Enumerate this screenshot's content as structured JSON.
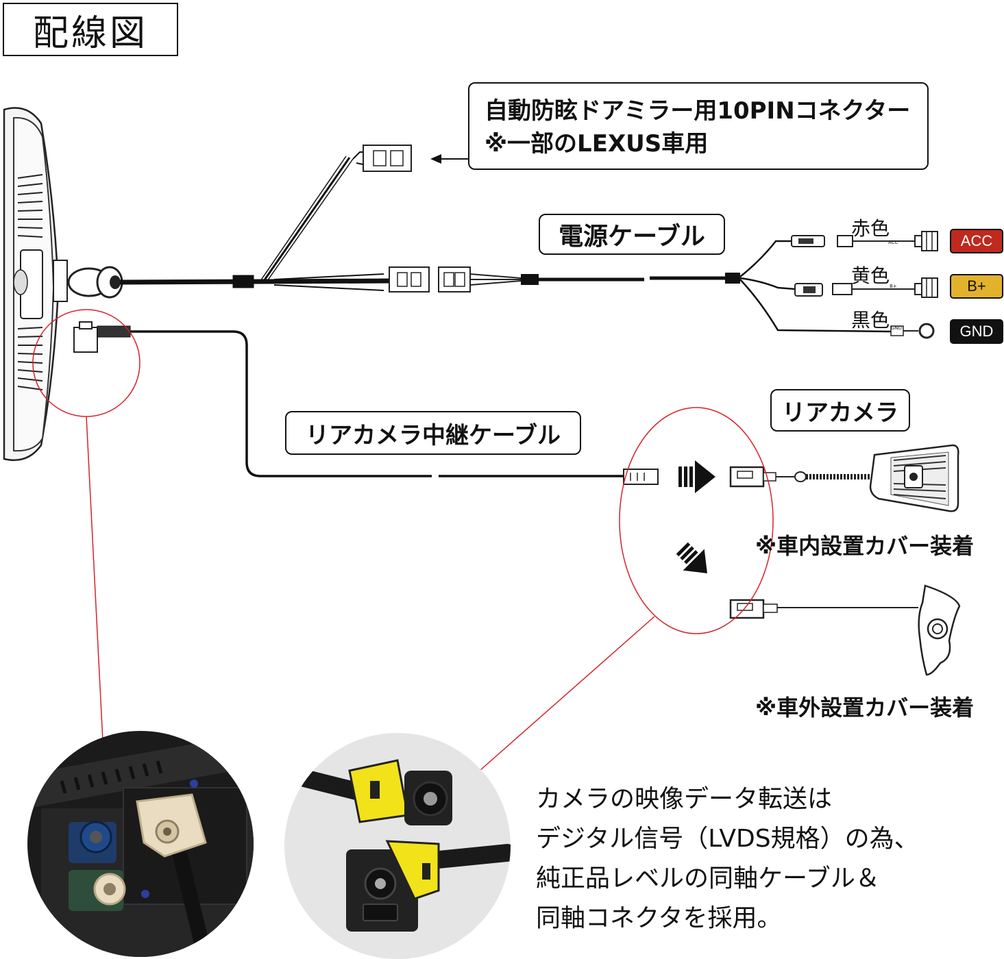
{
  "title": "配線図",
  "connector_callout": {
    "line1": "自動防眩ドアミラー用10PINコネクター",
    "line2": "※一部のLEXUS車用"
  },
  "power_cable_label": "電源ケーブル",
  "wires": [
    {
      "color_name": "赤色",
      "tag": "ACC",
      "tag_bg": "#c0291d",
      "tag_fg": "#ffffff",
      "small": "ACC"
    },
    {
      "color_name": "黄色",
      "tag": "B+",
      "tag_bg": "#e3b22c",
      "tag_fg": "#111111",
      "small": "B+"
    },
    {
      "color_name": "黒色",
      "tag": "GND",
      "tag_bg": "#111111",
      "tag_fg": "#ffffff",
      "small": "GND"
    }
  ],
  "relay_cable_label": "リアカメラ中継ケーブル",
  "rear_camera_label": "リアカメラ",
  "interior_cover_note": "※車内設置カバー装着",
  "exterior_cover_note": "※車外設置カバー装着",
  "description": {
    "line1": "カメラの映像データ転送は",
    "line2": "デジタル信号（LVDS規格）の為、",
    "line3": "純正品レベルの同軸ケーブル＆",
    "line4": "同軸コネクタを採用。"
  },
  "colors": {
    "highlight_circle": "#d8202a",
    "connector_yellow": "#f2e21a",
    "connector_beige": "#e9dcc0"
  }
}
